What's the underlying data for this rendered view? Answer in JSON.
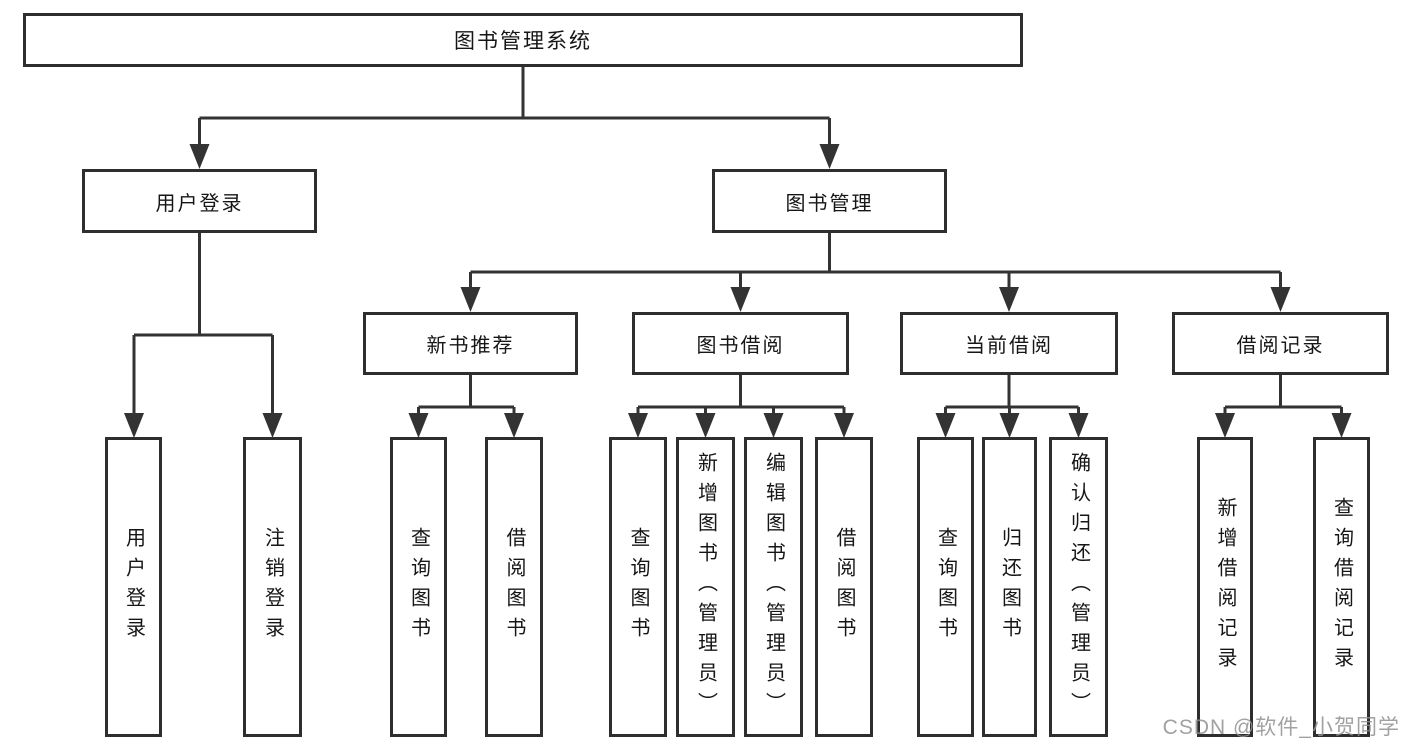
{
  "diagram": {
    "type": "hierarchy",
    "colors": {
      "background": "#ffffff",
      "box_border": "#2e2e2e",
      "connector": "#333333",
      "text": "#161616",
      "watermark": "#919191"
    }
  },
  "structure": {
    "root": {
      "label": "图书管理系统",
      "children": [
        {
          "label": "用户登录",
          "children": [
            {
              "label": "用户登录"
            },
            {
              "label": "注销登录"
            }
          ]
        },
        {
          "label": "图书管理",
          "children": [
            {
              "label": "新书推荐",
              "children": [
                {
                  "label": "查询图书"
                },
                {
                  "label": "借阅图书"
                }
              ]
            },
            {
              "label": "图书借阅",
              "children": [
                {
                  "label": "查询图书"
                },
                {
                  "label": "新增图书（管理员）"
                },
                {
                  "label": "编辑图书（管理员）"
                },
                {
                  "label": "借阅图书"
                }
              ]
            },
            {
              "label": "当前借阅",
              "children": [
                {
                  "label": "查询图书"
                },
                {
                  "label": "归还图书"
                },
                {
                  "label": "确认归还（管理员）"
                }
              ]
            },
            {
              "label": "借阅记录",
              "children": [
                {
                  "label": "新增借阅记录"
                },
                {
                  "label": "查询借阅记录"
                }
              ]
            }
          ]
        }
      ]
    }
  },
  "watermark": {
    "text": "CSDN @软件_小贺同学"
  }
}
